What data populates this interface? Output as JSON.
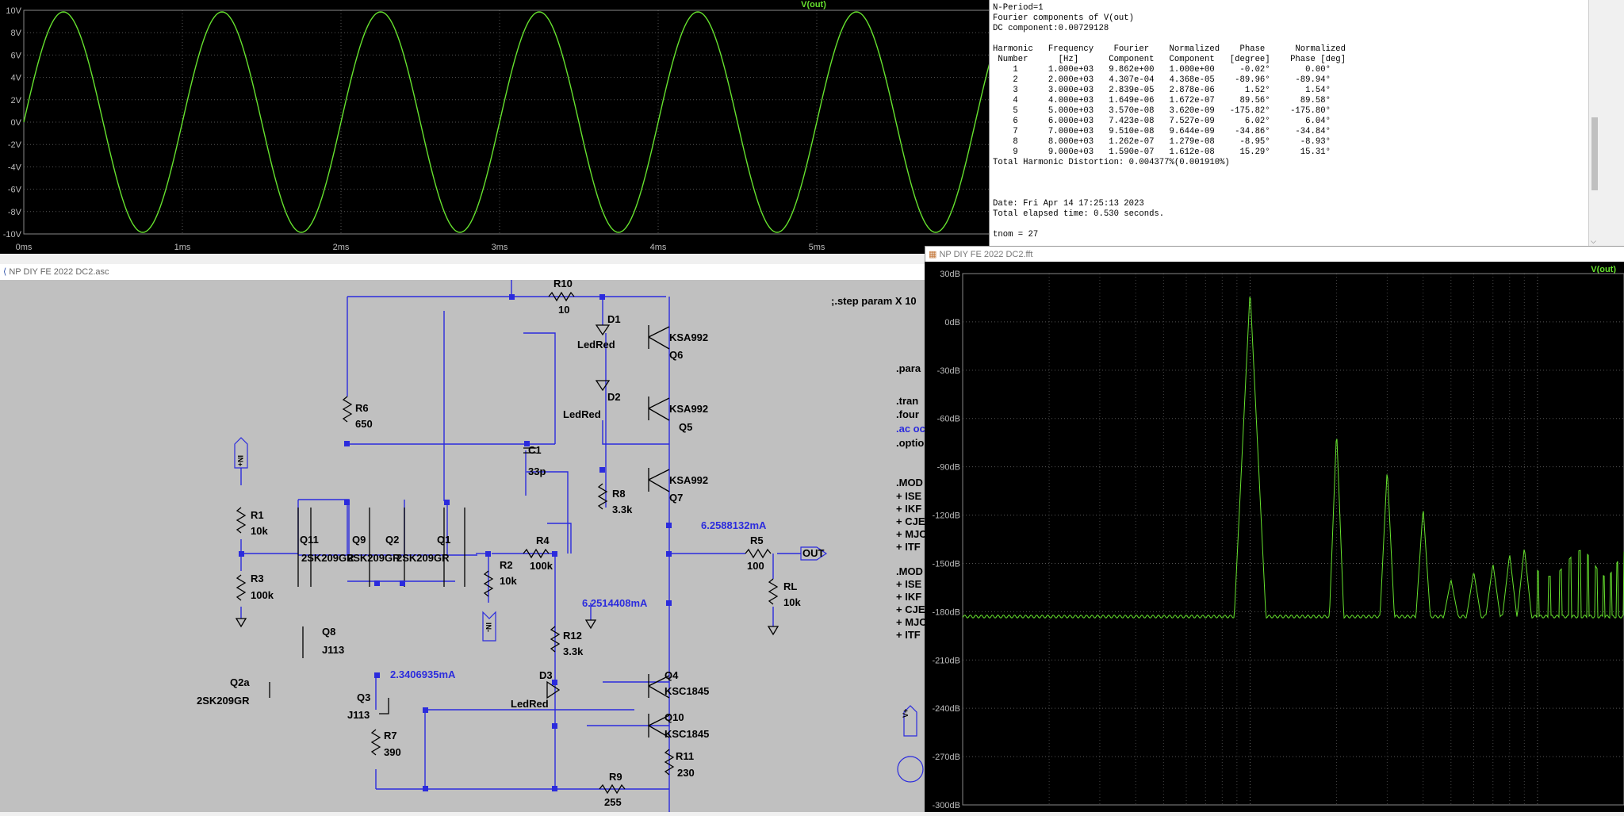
{
  "transient": {
    "trace_label": "V(out)",
    "y_ticks": [
      "10V",
      "8V",
      "6V",
      "4V",
      "2V",
      "0V",
      "-2V",
      "-4V",
      "-6V",
      "-8V",
      "-10V"
    ],
    "x_ticks": [
      "0ms",
      "1ms",
      "2ms",
      "3ms",
      "4ms",
      "5ms"
    ],
    "trace_color": "#66e22e"
  },
  "log": {
    "lines": [
      "N-Period=1",
      "Fourier components of V(out)",
      "DC component:0.00729128",
      "",
      "Harmonic   Frequency    Fourier    Normalized    Phase      Normalized",
      " Number      [Hz]      Component   Component   [degree]    Phase [deg]",
      "    1      1.000e+03   9.862e+00   1.000e+00     -0.02°       0.00°",
      "    2      2.000e+03   4.307e-04   4.368e-05    -89.96°     -89.94°",
      "    3      3.000e+03   2.839e-05   2.878e-06      1.52°       1.54°",
      "    4      4.000e+03   1.649e-06   1.672e-07     89.56°      89.58°",
      "    5      5.000e+03   3.570e-08   3.620e-09   -175.82°    -175.80°",
      "    6      6.000e+03   7.423e-08   7.527e-09      6.02°       6.04°",
      "    7      7.000e+03   9.510e-08   9.644e-09    -34.86°     -34.84°",
      "    8      8.000e+03   1.262e-07   1.279e-08     -8.95°      -8.93°",
      "    9      9.000e+03   1.590e-07   1.612e-08     15.29°      15.31°",
      "Total Harmonic Distortion: 0.004377%(0.001910%)",
      "",
      "",
      "",
      "Date: Fri Apr 14 17:25:13 2023",
      "Total elapsed time: 0.530 seconds.",
      "",
      "tnom = 27"
    ]
  },
  "schematic": {
    "title": "NP DIY FE 2022 DC2.asc",
    "step_directive": ";.step param X 10",
    "directives": [
      ".para",
      ".tran",
      ".four",
      ".ac oc",
      ".optio"
    ],
    "model1": [
      ".MOD",
      "+ ISE",
      "+ IKF",
      "+ CJE",
      "+ MJC",
      "+ ITF"
    ],
    "model2": [
      ".MOD",
      "+ ISE",
      "+ IKF",
      "+ CJE",
      "+ MJC",
      "+ ITF"
    ],
    "components": {
      "r10": "R10",
      "r10v": "10",
      "d1": "D1",
      "led1": "LedRed",
      "q6n": "KSA992",
      "q6": "Q6",
      "d2": "D2",
      "led2": "LedRed",
      "q5n": "KSA992",
      "q5": "Q5",
      "r6": "R6",
      "r6v": "650",
      "c1": "C1",
      "c1v": "33p",
      "r8": "R8",
      "r8v": "3.3k",
      "q7n": "KSA992",
      "q7": "Q7",
      "i1": "6.2588132mA",
      "r1": "R1",
      "r1v": "10k",
      "q11": "Q11",
      "q9": "Q9",
      "q2": "Q2",
      "q1": "Q1",
      "jfet1": "2SK209GR",
      "jfet2": "2SK209GR",
      "jfet3": "2SK209GR",
      "r4": "R4",
      "r4v": "100k",
      "r5": "R5",
      "r5v": "100",
      "out": "OUT",
      "r2": "R2",
      "r2v": "10k",
      "r3": "R3",
      "r3v": "100k",
      "rl": "RL",
      "rlv": "10k",
      "i2": "6.2514408mA",
      "q8": "Q8",
      "q8n": "J113",
      "r12": "R12",
      "r12v": "3.3k",
      "q2a": "Q2a",
      "q2an": "2SK209GR",
      "i3": "2.3406935mA",
      "d3": "D3",
      "led3": "LedRed",
      "q4": "Q4",
      "q4n": "KSC1845",
      "q3": "Q3",
      "q3n": "J113",
      "q10": "Q10",
      "q10n": "KSC1845",
      "r7": "R7",
      "r7v": "390",
      "r11": "R11",
      "r11v": "230",
      "r9": "R9",
      "r9v": "255",
      "inp": "IN+",
      "inn": "IN-",
      "vp": "V+"
    }
  },
  "fft": {
    "title": "NP DIY FE 2022 DC2.fft",
    "trace_label": "V(out)",
    "y_ticks": [
      "30dB",
      "0dB",
      "-30dB",
      "-60dB",
      "-90dB",
      "-120dB",
      "-150dB",
      "-180dB",
      "-210dB",
      "-240dB",
      "-270dB",
      "-300dB"
    ],
    "chart_data": {
      "type": "line",
      "title": "",
      "ylabel": "",
      "ylim": [
        -300,
        30
      ],
      "peaks": [
        {
          "harmonic": 1,
          "frequency_hz": 1000,
          "db": 20
        },
        {
          "harmonic": 2,
          "frequency_hz": 2000,
          "db": -67
        },
        {
          "harmonic": 3,
          "frequency_hz": 3000,
          "db": -91
        },
        {
          "harmonic": 4,
          "frequency_hz": 4000,
          "db": -115
        },
        {
          "harmonic": 5,
          "frequency_hz": 5000,
          "db": -160
        },
        {
          "harmonic": 6,
          "frequency_hz": 6000,
          "db": -155
        },
        {
          "harmonic": 7,
          "frequency_hz": 7000,
          "db": -150
        },
        {
          "harmonic": 8,
          "frequency_hz": 8000,
          "db": -144
        },
        {
          "harmonic": 9,
          "frequency_hz": 9000,
          "db": -140
        }
      ],
      "noise_floor_db": -183
    }
  }
}
